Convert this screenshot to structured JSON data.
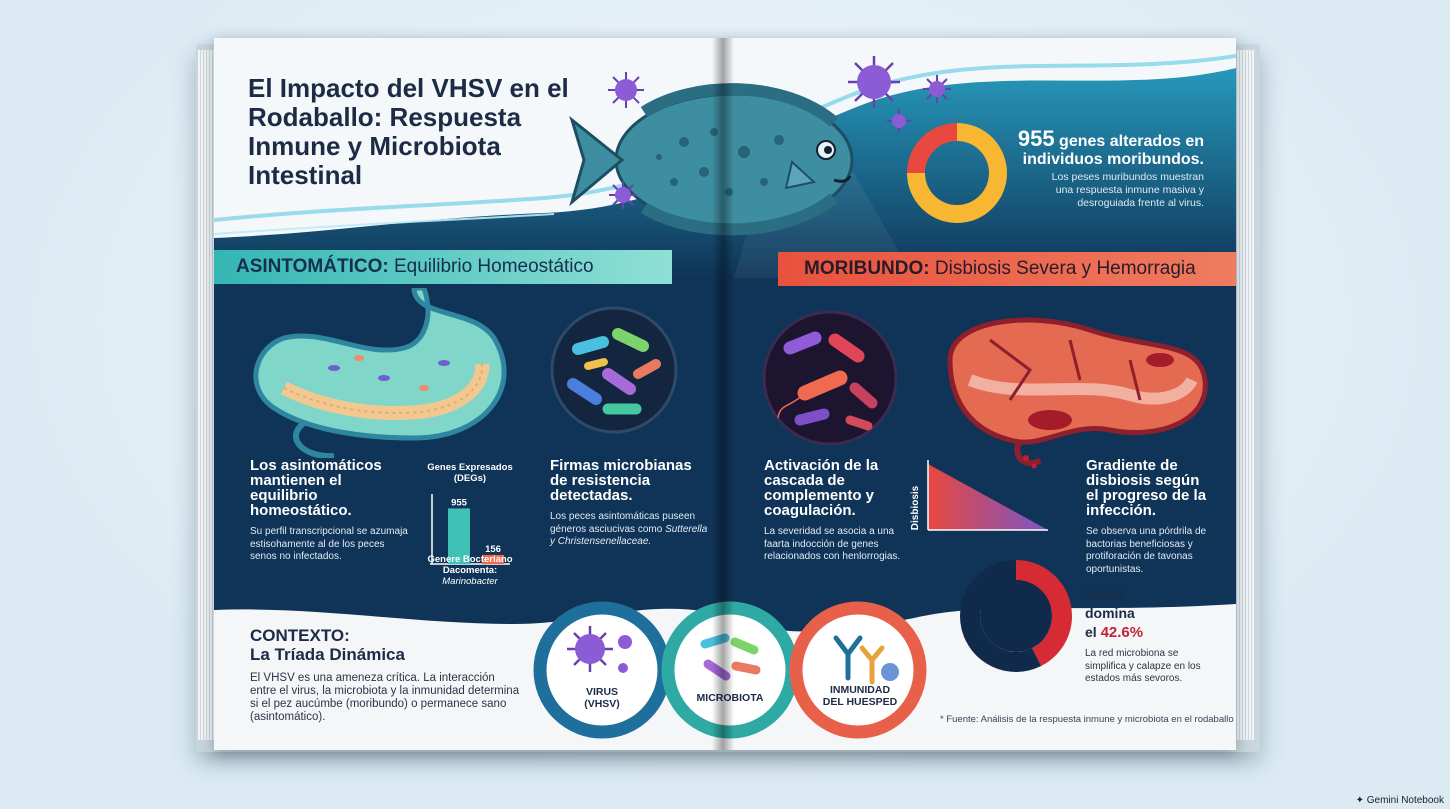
{
  "title": "El Impacto del VHSV en el Rodaballo: Respuesta Inmune y Microbiota Intestinal",
  "stat": {
    "number": "955",
    "text": "genes alterados en individuos moribundos.",
    "description": "Los peses muribundos muestran una respuesta inmune masiva y desroguiada frente al virus."
  },
  "asymptomatic": {
    "banner_bold": "ASINTOMÁTICO:",
    "banner_rest": " Equilibrio Homeostático",
    "heading": "Los asintomáticos mantienen el equilibrio homeostático.",
    "body": "Su perfil transcripcional se azumaja estisohamente al de los peces senos no infectados.",
    "microbe_heading": "Firmas microbianas de resistencia detectadas.",
    "microbe_body": "Los peces asintomáticas puseen géneros asciucivas como",
    "microbe_genera": "Sutterella y Christensenellaceae."
  },
  "deg_chart": {
    "title": "Genes Expresados (DEGs)",
    "footer": "Genere Bocteriano Dacomenta:",
    "footer_genus": "Marinobacter"
  },
  "chart_data": [
    {
      "type": "bar",
      "title": "Genes Expresados (DEGs)",
      "categories": [
        "",
        ""
      ],
      "values": [
        955,
        156
      ],
      "value_labels": [
        "955",
        "156"
      ],
      "colors": [
        "#3fc1b6",
        "#f06a4a"
      ],
      "ylim": [
        0,
        1100
      ]
    },
    {
      "type": "pie",
      "values": [
        0.75,
        0.25
      ],
      "colors": [
        "#f7b733",
        "#e8483f"
      ],
      "style": "donut"
    },
    {
      "type": "area",
      "ylabel": "Disbiosis",
      "x": [
        0,
        1
      ],
      "values": [
        1,
        0
      ],
      "colors": [
        "#e8483f",
        "#7b55c7"
      ]
    },
    {
      "type": "pie",
      "values": [
        42.6,
        57.4
      ],
      "value_labels": [
        "42.6%",
        ""
      ],
      "colors": [
        "#d62b35",
        "#0f2a4a"
      ],
      "style": "donut"
    }
  ],
  "moribund": {
    "banner_bold": "MORIBUNDO:",
    "banner_rest": " Disbiosis Severa y Hemorragia",
    "heading": "Activación de la cascada de complemento y coagulación.",
    "body": "La severidad se asocia a una faarta indocción de genes relacionados con henlorrogias.",
    "gradient_heading": "Gradiente de disbiosis según el progreso de la infección.",
    "gradient_body": "Se observa una pórdrila de bactorias beneficiosas y protiforación de tavonas oportunistas."
  },
  "vibrio": {
    "line1": "Vibrio",
    "line2": "domina",
    "line3": "el",
    "pct": "42.6%",
    "body": "La red microbiona se simplifica y calapze en los estados más sevoros."
  },
  "context": {
    "title1": "CONTEXTO:",
    "title2": "La Tríada Dinámica",
    "body": "El VHSV es una ameneza crítica. La interacción entre el virus, la microbiota y la inmunidad determina si el pez aucúmbe (moribundo) o permanece sano (asintomático)."
  },
  "triad": {
    "virus_l1": "VIRUS",
    "virus_l2": "(VHSV)",
    "microbiota": "MICROBIOTA",
    "host_l1": "INMUNIDAD",
    "host_l2": "DEL HUESPED"
  },
  "source": "* Fuente: Análisis de la respuesta inmune y microbiota en el rodaballo",
  "brand": "Gemini Notebook",
  "colors": {
    "navy": "#0f3457",
    "teal": "#34b6b3",
    "coral": "#e8523e",
    "purple": "#7b55c7"
  }
}
